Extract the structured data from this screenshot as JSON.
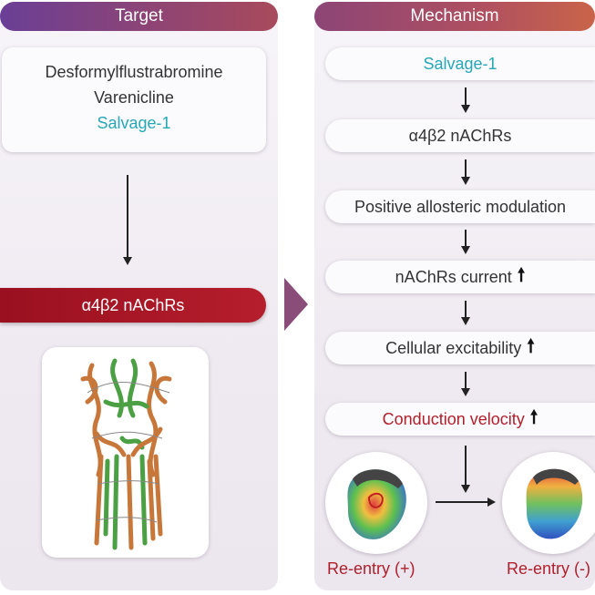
{
  "target": {
    "header": "Target",
    "drugs": [
      "Desformylflustrabromine",
      "Varenicline",
      "Salvage-1"
    ],
    "receptor": "α4β2 nAChRs",
    "protein_icon": "protein-structure-icon"
  },
  "mechanism": {
    "header": "Mechanism",
    "steps": [
      {
        "label": "Salvage-1",
        "up": ""
      },
      {
        "label": "α4β2 nAChRs",
        "up": ""
      },
      {
        "label": "Positive allosteric modulation",
        "up": ""
      },
      {
        "label": "nAChRs current",
        "up": "🠕"
      },
      {
        "label": "Cellular excitability",
        "up": "🠕"
      },
      {
        "label": "Conduction velocity",
        "up": "🠕"
      }
    ],
    "reentry_plus": "Re-entry (+)",
    "reentry_minus": "Re-entry (-)",
    "heart_icons": [
      "heart-map-reentry-icon",
      "heart-map-no-reentry-icon"
    ]
  },
  "colors": {
    "teal_highlight": "#27a7b7",
    "red_highlight": "#b0202c",
    "receptor_bar": "#a8141f"
  }
}
